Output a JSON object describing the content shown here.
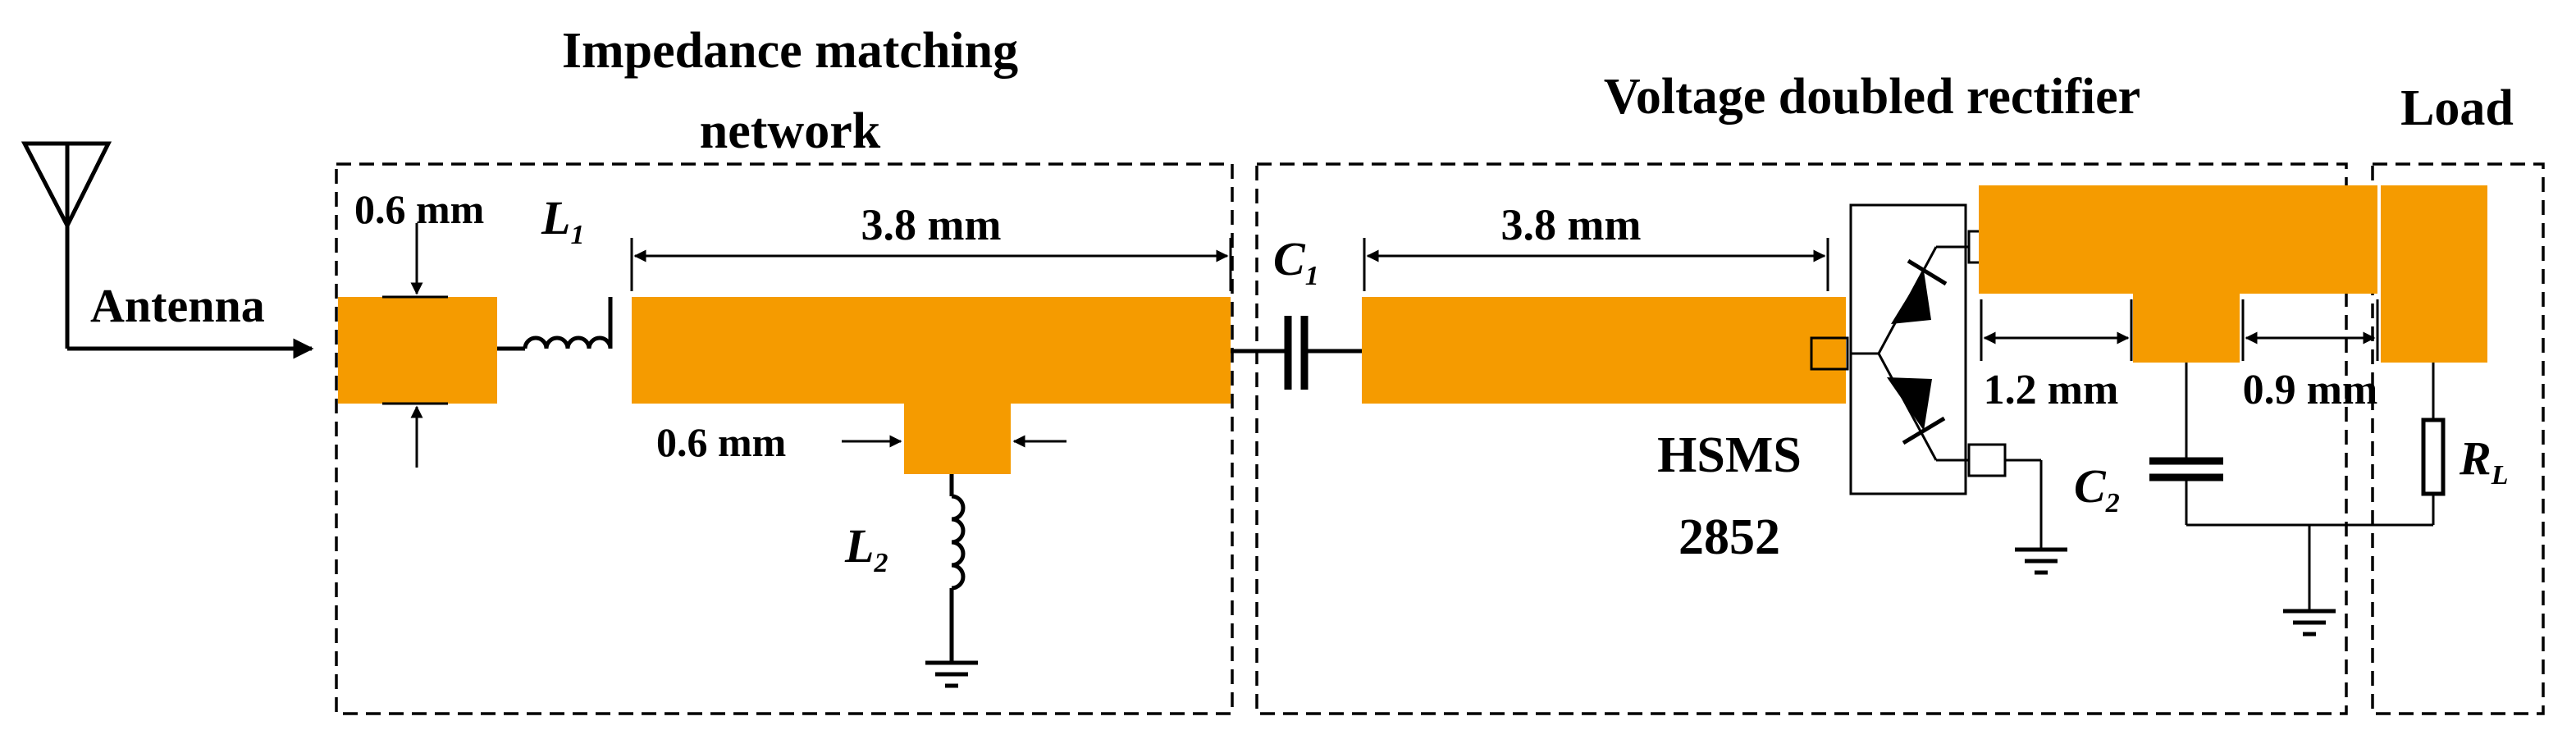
{
  "sections": {
    "matching": [
      "Impedance matching",
      "network"
    ],
    "rectifier": "Voltage doubled rectifier",
    "load": "Load"
  },
  "labels": {
    "antenna": "Antenna",
    "diode": [
      "HSMS",
      "2852"
    ]
  },
  "components": {
    "L1": {
      "letter": "L",
      "sub": "1"
    },
    "L2": {
      "letter": "L",
      "sub": "2"
    },
    "C1": {
      "letter": "C",
      "sub": "1"
    },
    "C2": {
      "letter": "C",
      "sub": "2"
    },
    "RL": {
      "letter": "R",
      "sub": "L"
    }
  },
  "dimensions": {
    "feed_width": "0.6 mm",
    "stub_width": "0.6 mm",
    "line1_length": "3.8 mm",
    "line2_length": "3.8 mm",
    "gap_12": "1.2 mm",
    "gap_09": "0.9 mm"
  },
  "colors": {
    "microstrip": "#F59B00",
    "lines": "#000000"
  }
}
